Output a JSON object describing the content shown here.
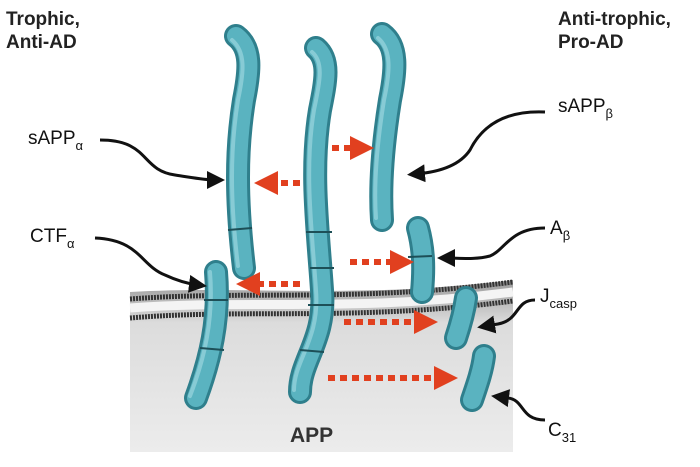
{
  "headers": {
    "left_line1": "Trophic,",
    "left_line2": "Anti-AD",
    "right_line1": "Anti-trophic,",
    "right_line2": "Pro-AD"
  },
  "labels": {
    "sappa_main": "sAPP",
    "sappa_sub": "α",
    "sappb_main": "sAPP",
    "sappb_sub": "β",
    "ctfa_main": "CTF",
    "ctfa_sub": "α",
    "ab_main": "A",
    "ab_sub": "β",
    "jcasp_main": "J",
    "jcasp_sub": "casp",
    "c31_main": "C",
    "c31_sub": "31",
    "app": "APP"
  },
  "colors": {
    "protein": "#3a9aa8",
    "arrow": "#e1401f",
    "cytoplasm": "#e6e6e6"
  }
}
